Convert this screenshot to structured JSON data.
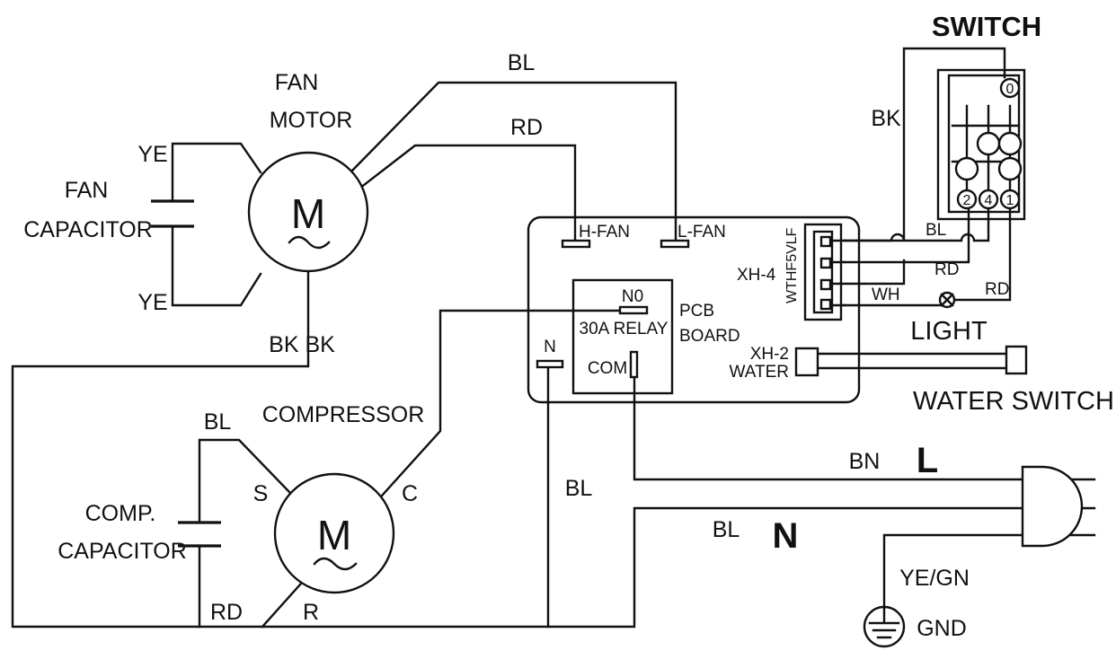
{
  "labels": {
    "switch": "SWITCH",
    "fan_motor_1": "FAN",
    "fan_motor_2": "MOTOR",
    "fan_cap_1": "FAN",
    "fan_cap_2": "CAPACITOR",
    "ye_top": "YE",
    "ye_bottom": "YE",
    "bl_top": "BL",
    "rd_top": "RD",
    "bk_switch": "BK",
    "bk_bk": "BK BK",
    "motor_m_fan": "M",
    "motor_m_comp": "M",
    "h_fan": "H-FAN",
    "l_fan": "L-FAN",
    "xh4": "XH-4",
    "wthf": "WTHF5VLF",
    "bl_switch": "BL",
    "rd_switch1": "RD",
    "rd_switch2": "RD",
    "wh": "WH",
    "light": "LIGHT",
    "no": "N0",
    "relay": "30A RELAY",
    "com": "COM",
    "n_pcb": "N",
    "pcb_1": "PCB",
    "pcb_2": "BOARD",
    "xh2_1": "XH-2",
    "xh2_2": "WATER",
    "water_switch": "WATER SWITCH",
    "compressor": "COMPRESSOR",
    "bl_comp": "BL",
    "s": "S",
    "c": "C",
    "r": "R",
    "rd_comp": "RD",
    "comp_cap_1": "COMP.",
    "comp_cap_2": "CAPACITOR",
    "bl_mid": "BL",
    "bn": "BN",
    "big_l": "L",
    "bl_n": "BL",
    "big_n": "N",
    "ye_gn": "YE/GN",
    "gnd": "GND",
    "sw_0": "0",
    "sw_2": "2",
    "sw_4": "4",
    "sw_1": "1"
  }
}
